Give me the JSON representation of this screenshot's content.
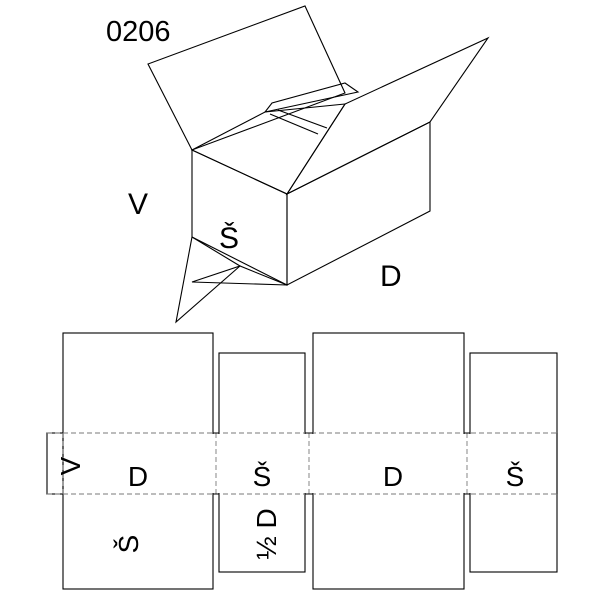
{
  "style_code": "0206",
  "colors": {
    "line": "#000000",
    "fold_line": "#7a7a7a",
    "background": "#ffffff"
  },
  "box_view": {
    "height_label": "V",
    "width_label": "Š",
    "length_label": "D"
  },
  "flat_layout": {
    "glue_flap_label": "V",
    "panel_1_label": "D",
    "panel_2_label": "Š",
    "panel_3_label": "D",
    "panel_4_label": "Š",
    "bottom_flap_1_label": "Š",
    "bottom_flap_2_label": "½ D"
  }
}
